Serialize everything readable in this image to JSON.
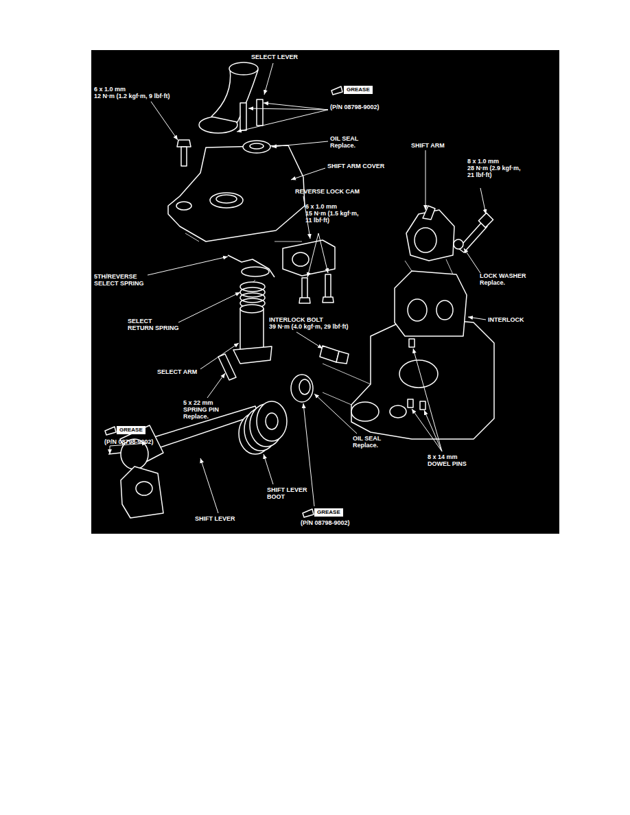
{
  "diagram": {
    "labels": [
      "SELECT LEVER",
      "6 x 1.0 mm",
      "12 N·m (1.2 kgf·m, 9 lbf·ft)",
      "GREASE",
      "(P/N 08798-9002)",
      "OIL SEAL",
      "Replace.",
      "SHIFT ARM",
      "8 x 1.0 mm",
      "28 N·m (2.9 kgf·m, 21 lbf·ft)",
      "SHIFT ARM COVER",
      "REVERSE LOCK CAM",
      "6 x 1.0 mm",
      "15 N·m (1.5 kgf·m, 11 lbf·ft)",
      "5TH/REVERSE",
      "SELECT SPRING",
      "LOCK WASHER",
      "Replace.",
      "SELECT",
      "RETURN SPRING",
      "INTERLOCK BOLT",
      "39 N·m (4.0 kgf·m, 29 lbf·ft)",
      "INTERLOCK",
      "SELECT ARM",
      "5 x 22 mm",
      "SPRING PIN",
      "Replace.",
      "GREASE",
      "(P/N 08798-9002)",
      "OIL SEAL",
      "Replace.",
      "8 x 14 mm",
      "DOWEL PINS",
      "SHIFT LEVER",
      "BOOT",
      "SHIFT LEVER",
      "GREASE",
      "(P/N 08798-9002)"
    ]
  }
}
